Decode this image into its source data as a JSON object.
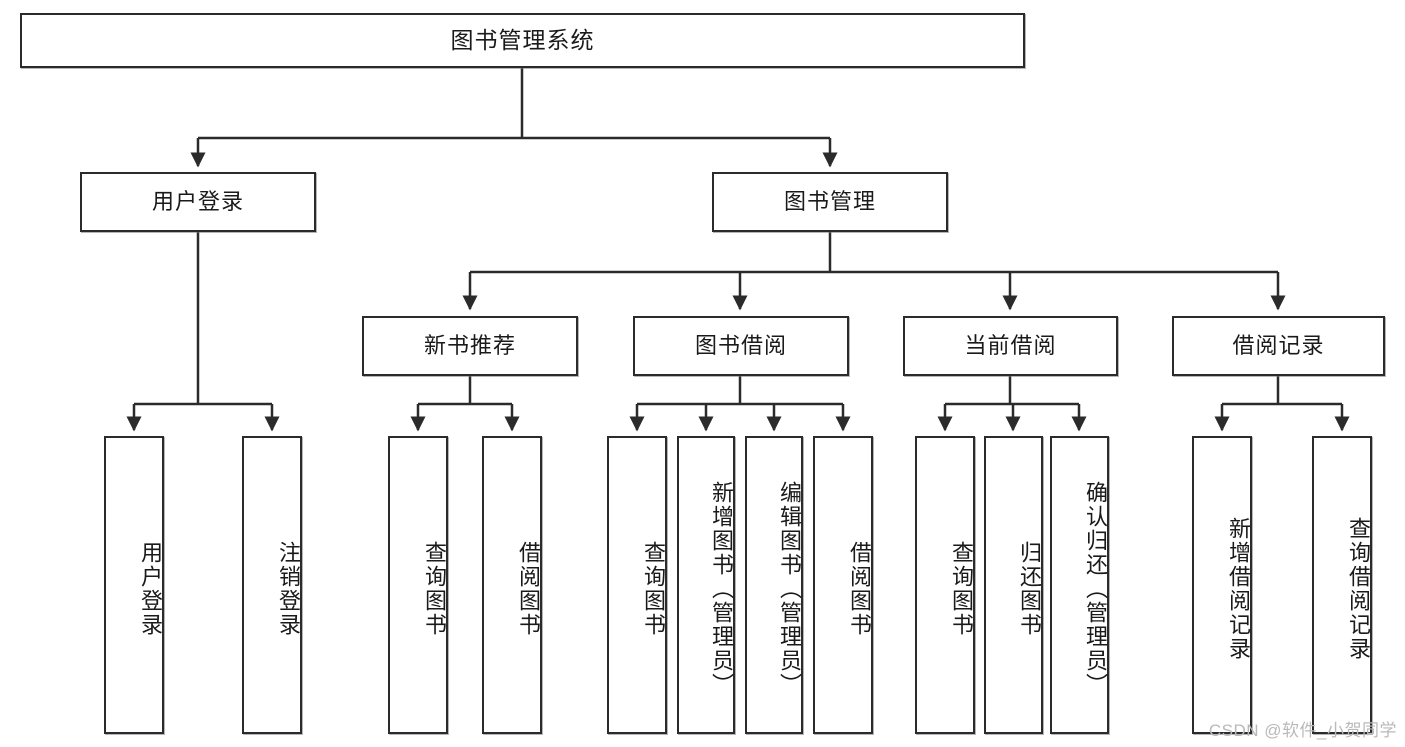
{
  "diagram": {
    "title": "图书管理系统",
    "type": "hierarchy-tree",
    "watermark": "CSDN @软件_小贺同学",
    "colors": {
      "box_border": "#2b2b2b",
      "box_fill": "#ffffff",
      "edge": "#2b2b2b",
      "text": "#1a1a1a",
      "watermark": "#b9b9b9"
    },
    "nodes": {
      "root": {
        "label": "图书管理系统"
      },
      "level2": [
        {
          "label": "用户登录"
        },
        {
          "label": "图书管理"
        }
      ],
      "level3": [
        {
          "label": "新书推荐"
        },
        {
          "label": "图书借阅"
        },
        {
          "label": "当前借阅"
        },
        {
          "label": "借阅记录"
        }
      ],
      "leaves": {
        "user_login": [
          {
            "label": "用户登录"
          },
          {
            "label": "注销登录"
          }
        ],
        "new_book_recommend": [
          {
            "label": "查询图书"
          },
          {
            "label": "借阅图书"
          }
        ],
        "book_borrow": [
          {
            "label": "查询图书"
          },
          {
            "label": "新增图书（管理员）"
          },
          {
            "label": "编辑图书（管理员）"
          },
          {
            "label": "借阅图书"
          }
        ],
        "current_borrow": [
          {
            "label": "查询图书"
          },
          {
            "label": "归还图书"
          },
          {
            "label": "确认归还（管理员）"
          }
        ],
        "borrow_record": [
          {
            "label": "新增借阅记录"
          },
          {
            "label": "查询借阅记录"
          }
        ]
      }
    }
  }
}
